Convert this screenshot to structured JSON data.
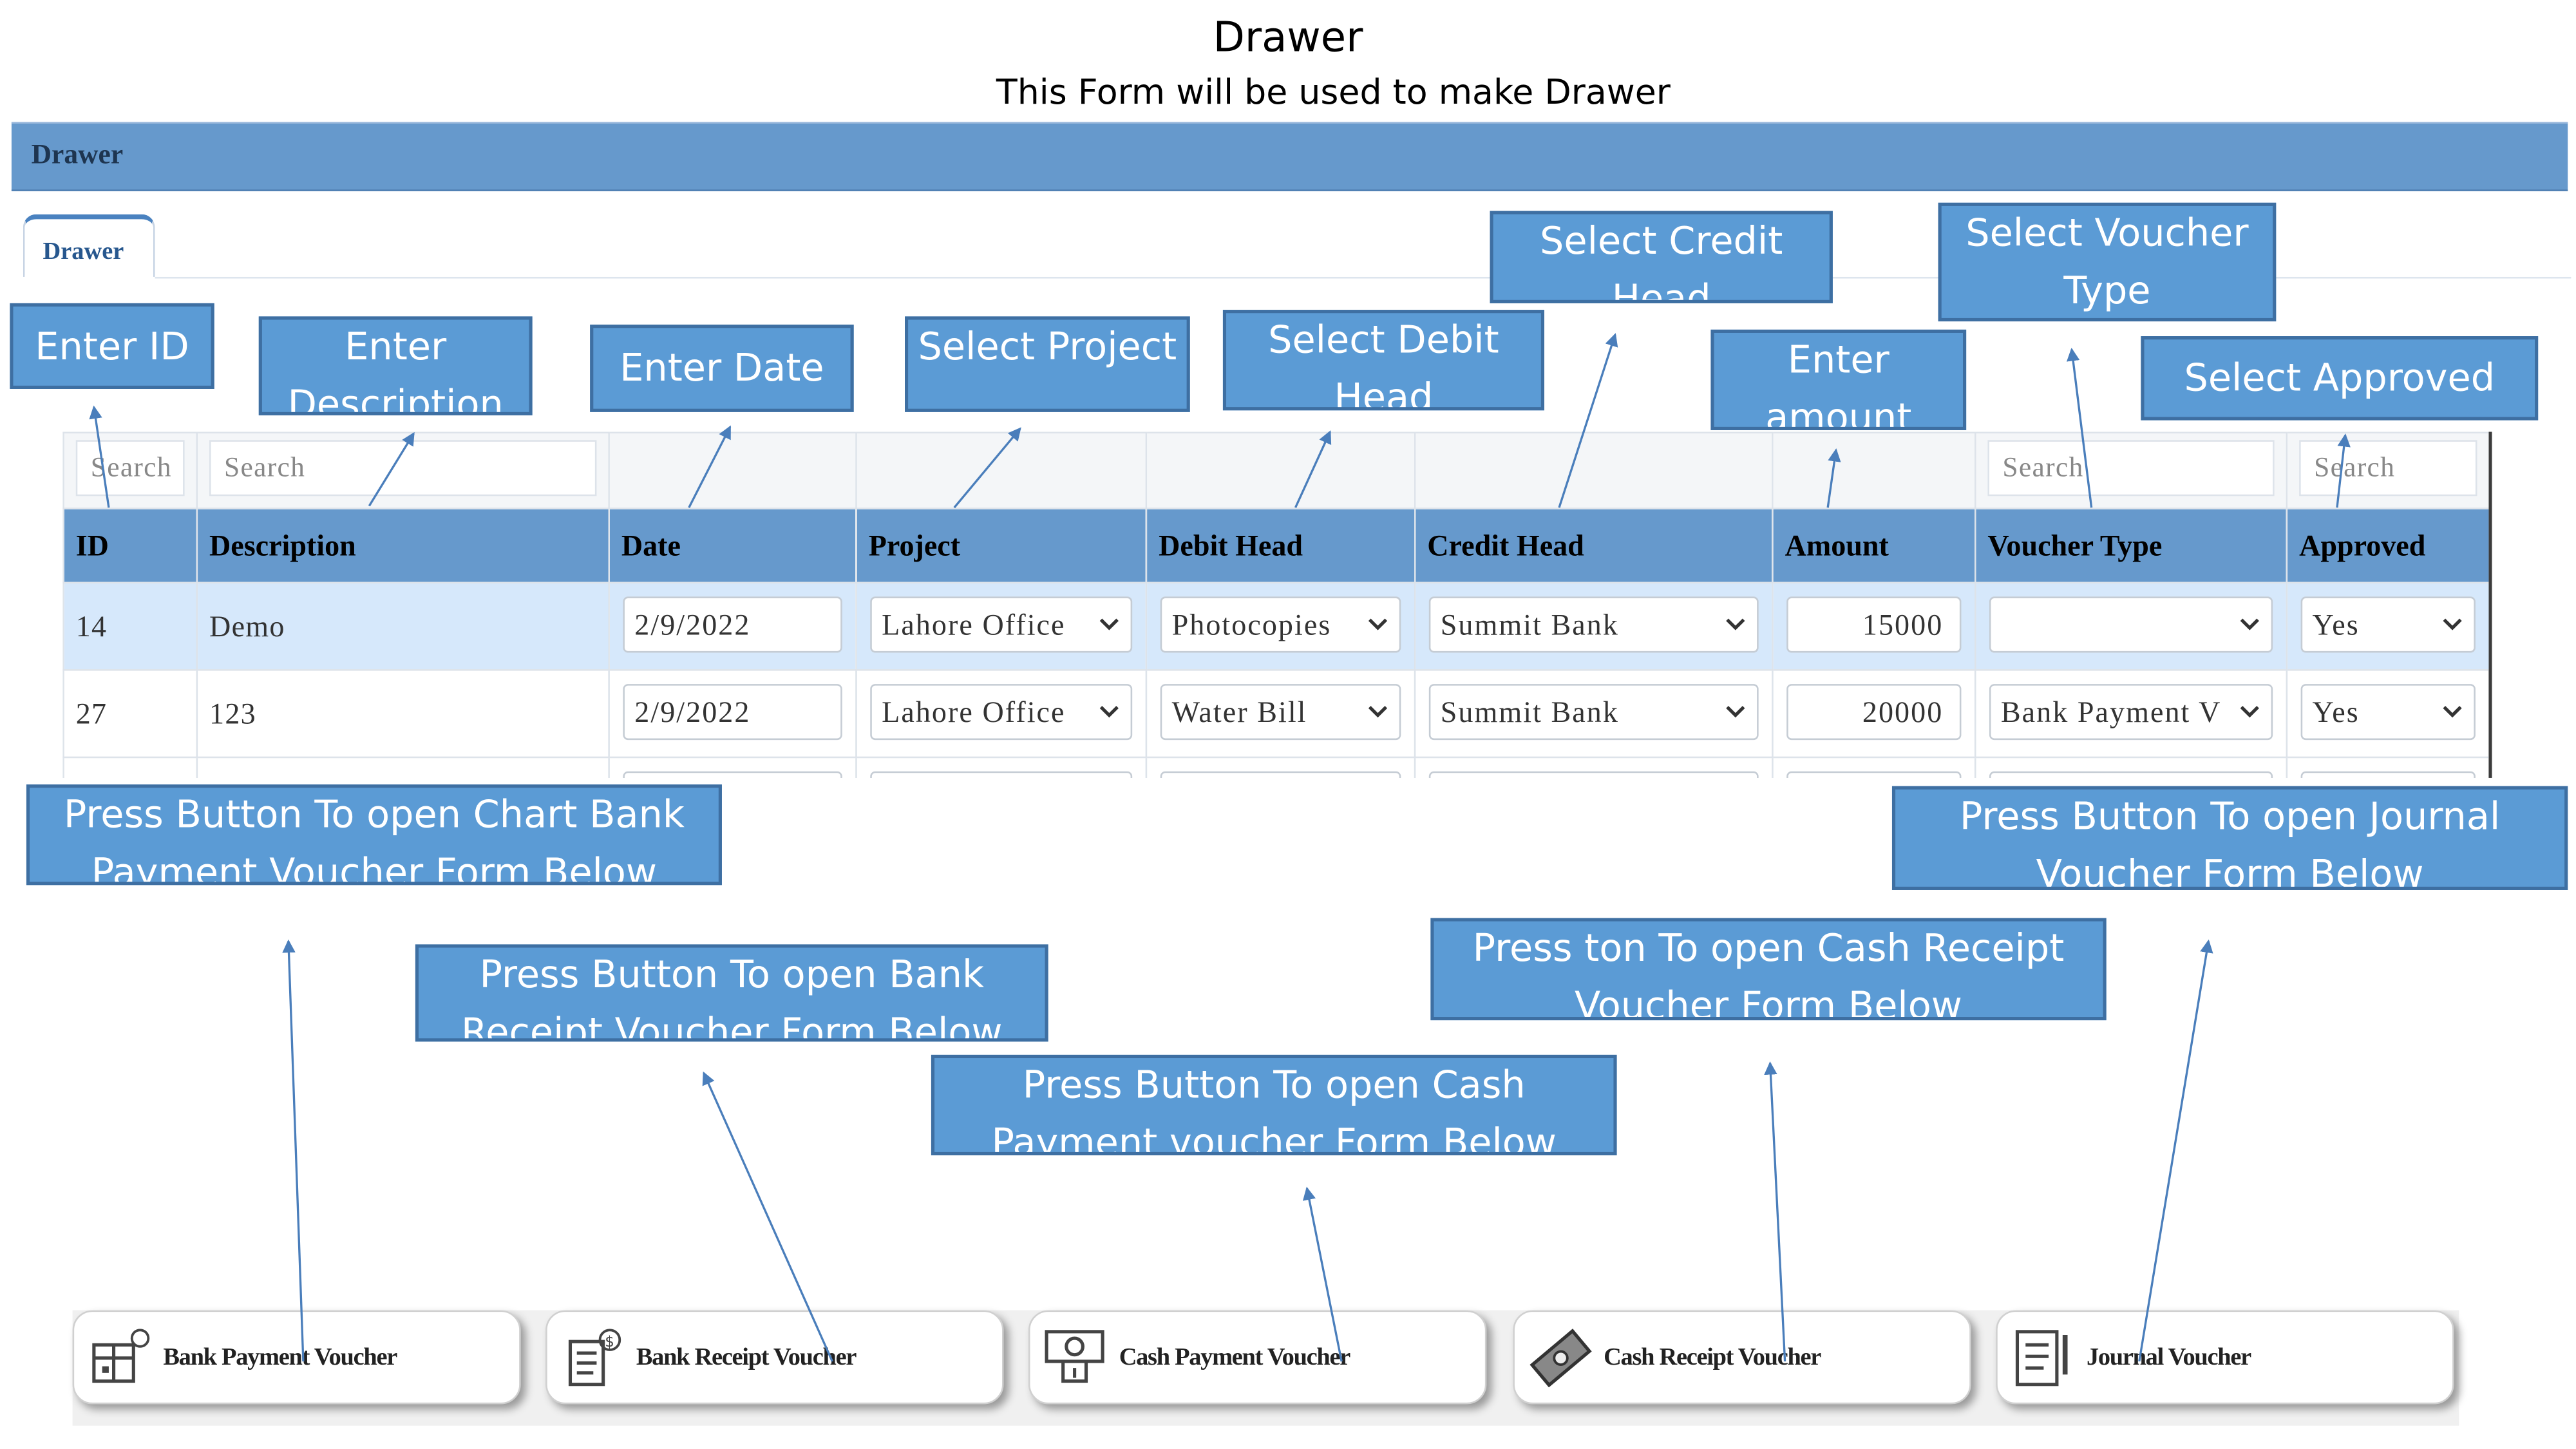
{
  "page": {
    "title": "Drawer",
    "subtitle": "This Form will be used to make Drawer"
  },
  "window": {
    "header_title": "Drawer",
    "tab_label": "Drawer"
  },
  "grid": {
    "filter_placeholders": {
      "id": "Search",
      "description": "Search",
      "voucher_type": "Search",
      "approved": "Search"
    },
    "columns": [
      "ID",
      "Description",
      "Date",
      "Project",
      "Debit Head",
      "Credit Head",
      "Amount",
      "Voucher Type",
      "Approved"
    ],
    "rows": [
      {
        "id": "14",
        "description": "Demo",
        "date": "2/9/2022",
        "project": "Lahore Office",
        "debit_head": "Photocopies",
        "credit_head": "Summit Bank",
        "amount": "15000",
        "voucher_type": "",
        "approved": "Yes",
        "selected": true
      },
      {
        "id": "27",
        "description": "123",
        "date": "2/9/2022",
        "project": "Lahore Office",
        "debit_head": "Water Bill",
        "credit_head": "Summit Bank",
        "amount": "20000",
        "voucher_type": "Bank Payment V",
        "approved": "Yes",
        "selected": false
      }
    ]
  },
  "callouts": {
    "enter_id": "Enter ID",
    "enter_description": "Enter Description",
    "enter_date": "Enter Date",
    "select_project": "Select Project",
    "select_debit_head": "Select Debit Head",
    "select_credit_head": "Select Credit Head",
    "enter_amount": "Enter amount",
    "select_voucher_type": "Select Voucher Type",
    "select_approved": "Select Approved",
    "chart_bank_payment": "Press Button To open Chart Bank Payment Voucher Form Below",
    "bank_receipt": "Press Button To open Bank Receipt Voucher Form Below",
    "cash_payment": "Press Button To open Cash Payment voucher Form Below",
    "cash_receipt": "Press ton To open Cash Receipt Voucher Form Below",
    "journal": "Press Button To open Journal Voucher Form Below"
  },
  "buttons": [
    {
      "label": "Bank Payment Voucher",
      "icon": "bank-payment-icon"
    },
    {
      "label": "Bank Receipt Voucher",
      "icon": "bank-receipt-icon"
    },
    {
      "label": "Cash Payment Voucher",
      "icon": "cash-payment-icon"
    },
    {
      "label": "Cash Receipt Voucher",
      "icon": "cash-receipt-icon"
    },
    {
      "label": "Journal Voucher",
      "icon": "journal-icon"
    }
  ],
  "colors": {
    "header_bar": "#6699cc",
    "callout_fill": "#5b9bd5",
    "selected_row": "#d6e8fb",
    "arrow": "#4a7ebb"
  }
}
